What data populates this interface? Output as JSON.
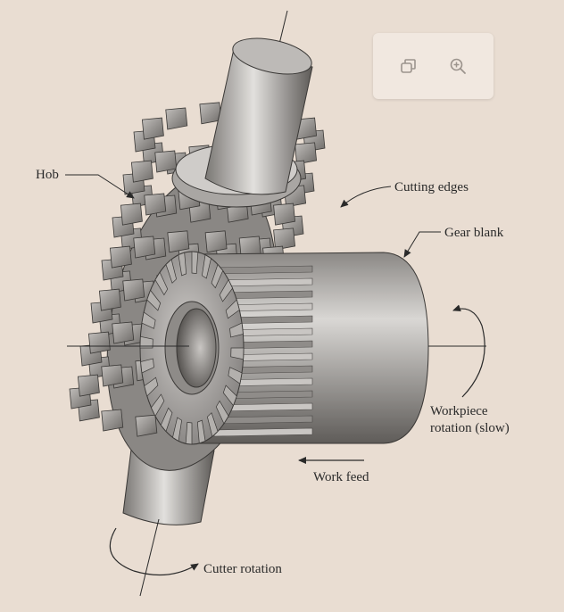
{
  "labels": {
    "hob": "Hob",
    "cutting_edges": "Cutting edges",
    "gear_blank": "Gear blank",
    "workpiece_line1": "Workpiece",
    "workpiece_line2": "rotation (slow)",
    "work_feed": "Work feed",
    "cutter_rotation": "Cutter rotation"
  },
  "toolbar": {
    "buttons": [
      {
        "icon": "copy-icon"
      },
      {
        "icon": "zoom-in-icon"
      }
    ]
  },
  "colors": {
    "background": "#e9ddd2",
    "metal_dark": "#6a6764",
    "metal_light": "#d8d6d3",
    "line": "#2a2a2a"
  }
}
